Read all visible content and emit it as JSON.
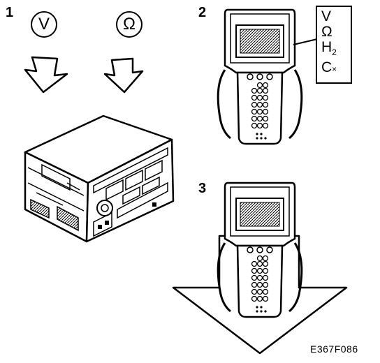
{
  "steps": {
    "s1": "1",
    "s2": "2",
    "s3": "3"
  },
  "meter_modes": {
    "voltage": "V",
    "resistance": "Ω"
  },
  "tool_display_modes": [
    {
      "main": "V",
      "sub": ""
    },
    {
      "main": "Ω",
      "sub": ""
    },
    {
      "main": "H",
      "sub": "2"
    },
    {
      "main": "C",
      "sub": "×"
    }
  ],
  "figure_code": "E367F086"
}
